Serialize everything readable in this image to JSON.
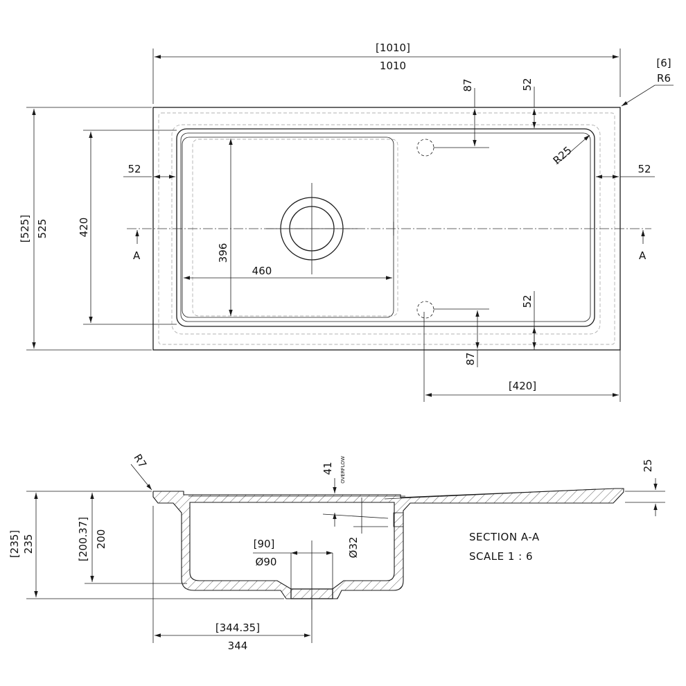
{
  "plan": {
    "overall_length_ref": "[1010]",
    "overall_length": "1010",
    "corner_ref": "[6]",
    "corner_radius": "R6",
    "overall_width_ref": "[525]",
    "overall_width": "525",
    "bowl_width": "420",
    "inner_bowl_width": "396",
    "bowl_length": "460",
    "left_margin": "52",
    "right_margin": "52",
    "top_margin": "52",
    "bottom_margin": "52",
    "top_hole_offset": "87",
    "bottom_hole_offset": "87",
    "drainer_radius": "R25",
    "drainer_length_ref": "[420]",
    "section_marker_left": "A",
    "section_marker_right": "A"
  },
  "section": {
    "lip_radius": "R7",
    "overflow_dim": "41",
    "overflow_label": "OVERFLOW",
    "deck_thickness": "25",
    "depth_outer_ref": "[235]",
    "depth_outer": "235",
    "depth_inner_ref": "[200.37]",
    "depth_inner": "200",
    "waste_dia_ref": "[90]",
    "waste_dia": "Ø90",
    "overflow_dia": "Ø32",
    "waste_offset_ref": "[344.35]",
    "waste_offset": "344",
    "title": "SECTION A-A",
    "scale": "SCALE 1 : 6"
  }
}
